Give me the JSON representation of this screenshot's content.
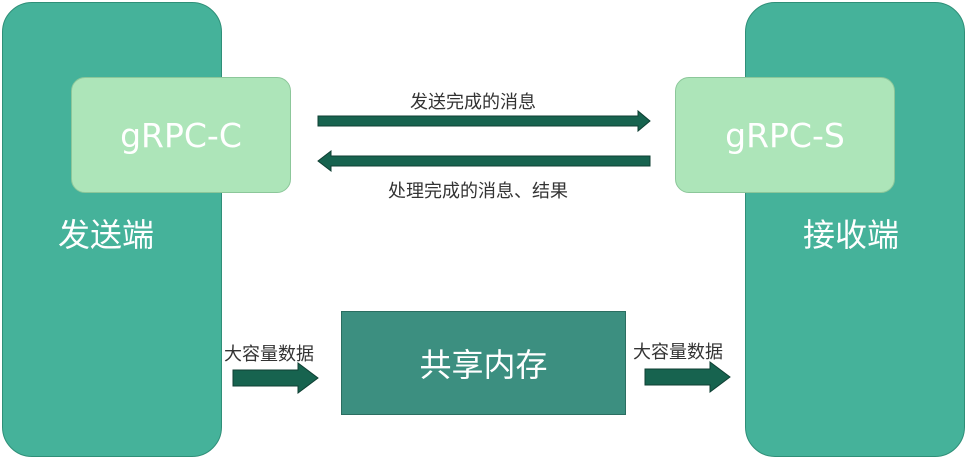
{
  "sender": {
    "label": "发送端",
    "grpc": "gRPC-C"
  },
  "receiver": {
    "label": "接收端",
    "grpc": "gRPC-S"
  },
  "messages": {
    "send": "发送完成的消息",
    "reply": "处理完成的消息、结果"
  },
  "shared_memory": {
    "label": "共享内存"
  },
  "bulk_data": {
    "left": "大容量数据",
    "right": "大容量数据"
  },
  "colors": {
    "pillar": "#45b29a",
    "grpc_box": "#ade5b9",
    "shared_memory": "#3c8f80",
    "arrow_fill": "#17634f",
    "arrow_stroke": "#0f3f33"
  }
}
